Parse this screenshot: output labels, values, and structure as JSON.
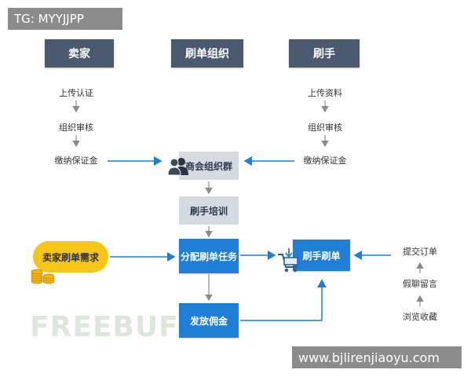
{
  "overlay": {
    "top_left_tag": "TG: MYYJJPP",
    "bottom_right_url": "www.bjlirenjiaoyu.com"
  },
  "watermark": {
    "text": "FREEBUF"
  },
  "headers": {
    "seller": "卖家",
    "organization": "刷单组织",
    "brusher": "刷手"
  },
  "seller_steps": [
    "上传认证",
    "组织审核",
    "缴纳保证金"
  ],
  "brusher_steps": [
    "上传资料",
    "组织审核",
    "缴纳保证金"
  ],
  "flow": {
    "merchant_group": "商会组织群",
    "brusher_training": "刷手培训",
    "assign_task": "分配刷单任务",
    "pay_commission": "发放佣金",
    "brusher_order": "刷手刷单",
    "seller_demand": "卖家刷单需求"
  },
  "right_steps": [
    "提交订单",
    "假聊留言",
    "浏览收藏"
  ],
  "colors": {
    "header": "#4b5a6e",
    "blue_box": "#1f7fd6",
    "gray_box": "#d5dbe2",
    "yellow_box": "#f5c518",
    "arrow_blue": "#1f7fd6",
    "arrow_gray": "#8a8a8a"
  },
  "icons": [
    "people-icon",
    "shopping-cart-icon",
    "download-arrow-icon",
    "gold-coins-icon"
  ]
}
